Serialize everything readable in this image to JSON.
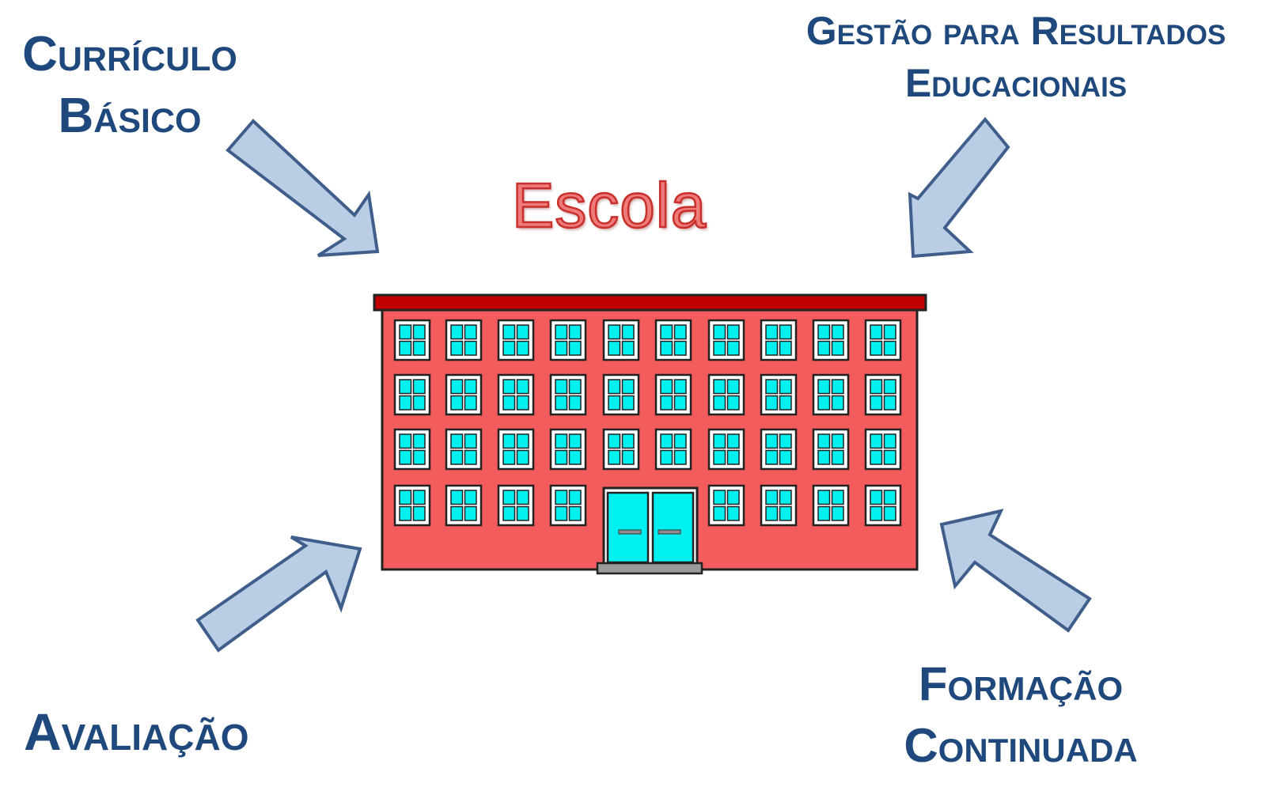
{
  "center": {
    "title": "Escola"
  },
  "influences": {
    "top_left": {
      "lines": [
        "Currículo",
        "Básico"
      ]
    },
    "top_right": {
      "lines": [
        "Gestão para Resultados",
        "Educacionais"
      ]
    },
    "bottom_left": {
      "lines": [
        "Avaliação"
      ]
    },
    "bottom_right": {
      "lines": [
        "Formação",
        "Continuada"
      ]
    }
  },
  "colors": {
    "label_text": "#1F497D",
    "arrow_fill": "#B9CDE5",
    "arrow_stroke": "#3F5E8C",
    "building_wall": "#F25C5C",
    "roof": "#C00000",
    "window_glass": "#00F0F0",
    "title_fill": "#EE7A7A",
    "title_stroke": "#C9302C"
  },
  "icons": {
    "building": "school-building-icon",
    "arrows": "block-arrow-icon"
  }
}
